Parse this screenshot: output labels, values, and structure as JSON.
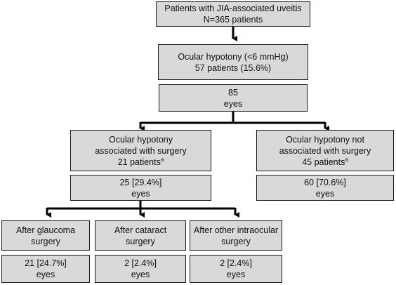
{
  "diagram": {
    "root": {
      "line1": "Patients with JIA-associated uveitis",
      "line2": "N=365 patients"
    },
    "hypotony": {
      "line1": "Ocular hypotony (<6 mmHg)",
      "line2": "57 patients (15.6%)"
    },
    "eyes_total": {
      "line1": "85",
      "line2": "eyes"
    },
    "surgery": {
      "line1": "Ocular hypotony",
      "line2": "associated with surgery",
      "line3": "21 patients",
      "footnote": "a",
      "eyes": {
        "line1": "25 [29.4%]",
        "line2": "eyes"
      }
    },
    "no_surgery": {
      "line1": "Ocular hypotony not",
      "line2": "associated with surgery",
      "line3": "45 patients",
      "footnote": "a",
      "eyes": {
        "line1": "60 [70.6%]",
        "line2": "eyes"
      }
    },
    "glaucoma": {
      "line1": "After glaucoma",
      "line2": "surgery",
      "eyes": {
        "line1": "21 [24.7%]",
        "line2": "eyes"
      }
    },
    "cataract": {
      "line1": "After cataract",
      "line2": "surgery",
      "eyes": {
        "line1": "2 [2.4%]",
        "line2": "eyes"
      }
    },
    "other": {
      "line1": "After other intraocular",
      "line2": "surgery",
      "eyes": {
        "line1": "2 [2.4%]",
        "line2": "eyes"
      }
    },
    "colors": {
      "box_fill": "#d9d9d9",
      "border": "#1a1a1a",
      "arrow": "#000000"
    }
  }
}
